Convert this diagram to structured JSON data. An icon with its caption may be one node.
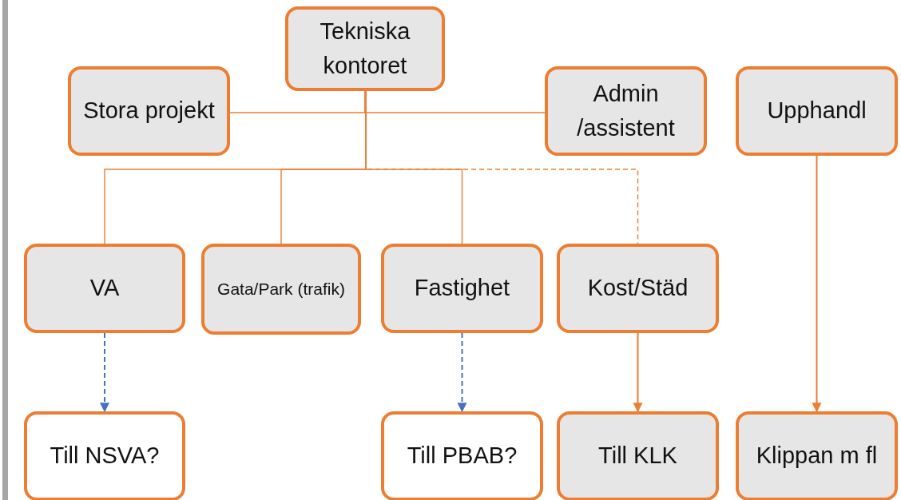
{
  "diagram": {
    "nodes": [
      {
        "text": [
          "Tekniska kontoret"
        ]
      },
      {
        "text": [
          "Stora projekt"
        ]
      },
      {
        "text": [
          "Admin /assistent"
        ]
      },
      {
        "text": [
          "Upphandl"
        ]
      },
      {
        "text": [
          "VA"
        ]
      },
      {
        "text": [
          "Gata/Park (trafik)"
        ]
      },
      {
        "text": [
          "Fastighet"
        ]
      },
      {
        "text": [
          "Kost/Städ"
        ]
      },
      {
        "text": [
          "Till NSVA?"
        ]
      },
      {
        "text": [
          "Till PBAB?"
        ]
      },
      {
        "text": [
          "Till KLK"
        ]
      },
      {
        "text": [
          "Klippan m fl"
        ]
      }
    ],
    "edges": [
      {
        "from": 0,
        "to": 1,
        "arrow": "none"
      },
      {
        "from": 0,
        "to": 2,
        "arrow": "none"
      },
      {
        "from": 0,
        "to": 4,
        "arrow": "none"
      },
      {
        "from": 0,
        "to": 5,
        "arrow": "none"
      },
      {
        "from": 0,
        "to": 6,
        "arrow": "none"
      },
      {
        "from": 0,
        "to": 7,
        "arrow": "none",
        "style": "dashed"
      },
      {
        "from": 4,
        "to": 8,
        "arrow": "to",
        "style": "dashed",
        "color": "#4472c4"
      },
      {
        "from": 6,
        "to": 9,
        "arrow": "to",
        "style": "dashed",
        "color": "#4472c4"
      },
      {
        "from": 7,
        "to": 10,
        "arrow": "to"
      },
      {
        "from": 3,
        "to": 11,
        "arrow": "to"
      }
    ]
  }
}
